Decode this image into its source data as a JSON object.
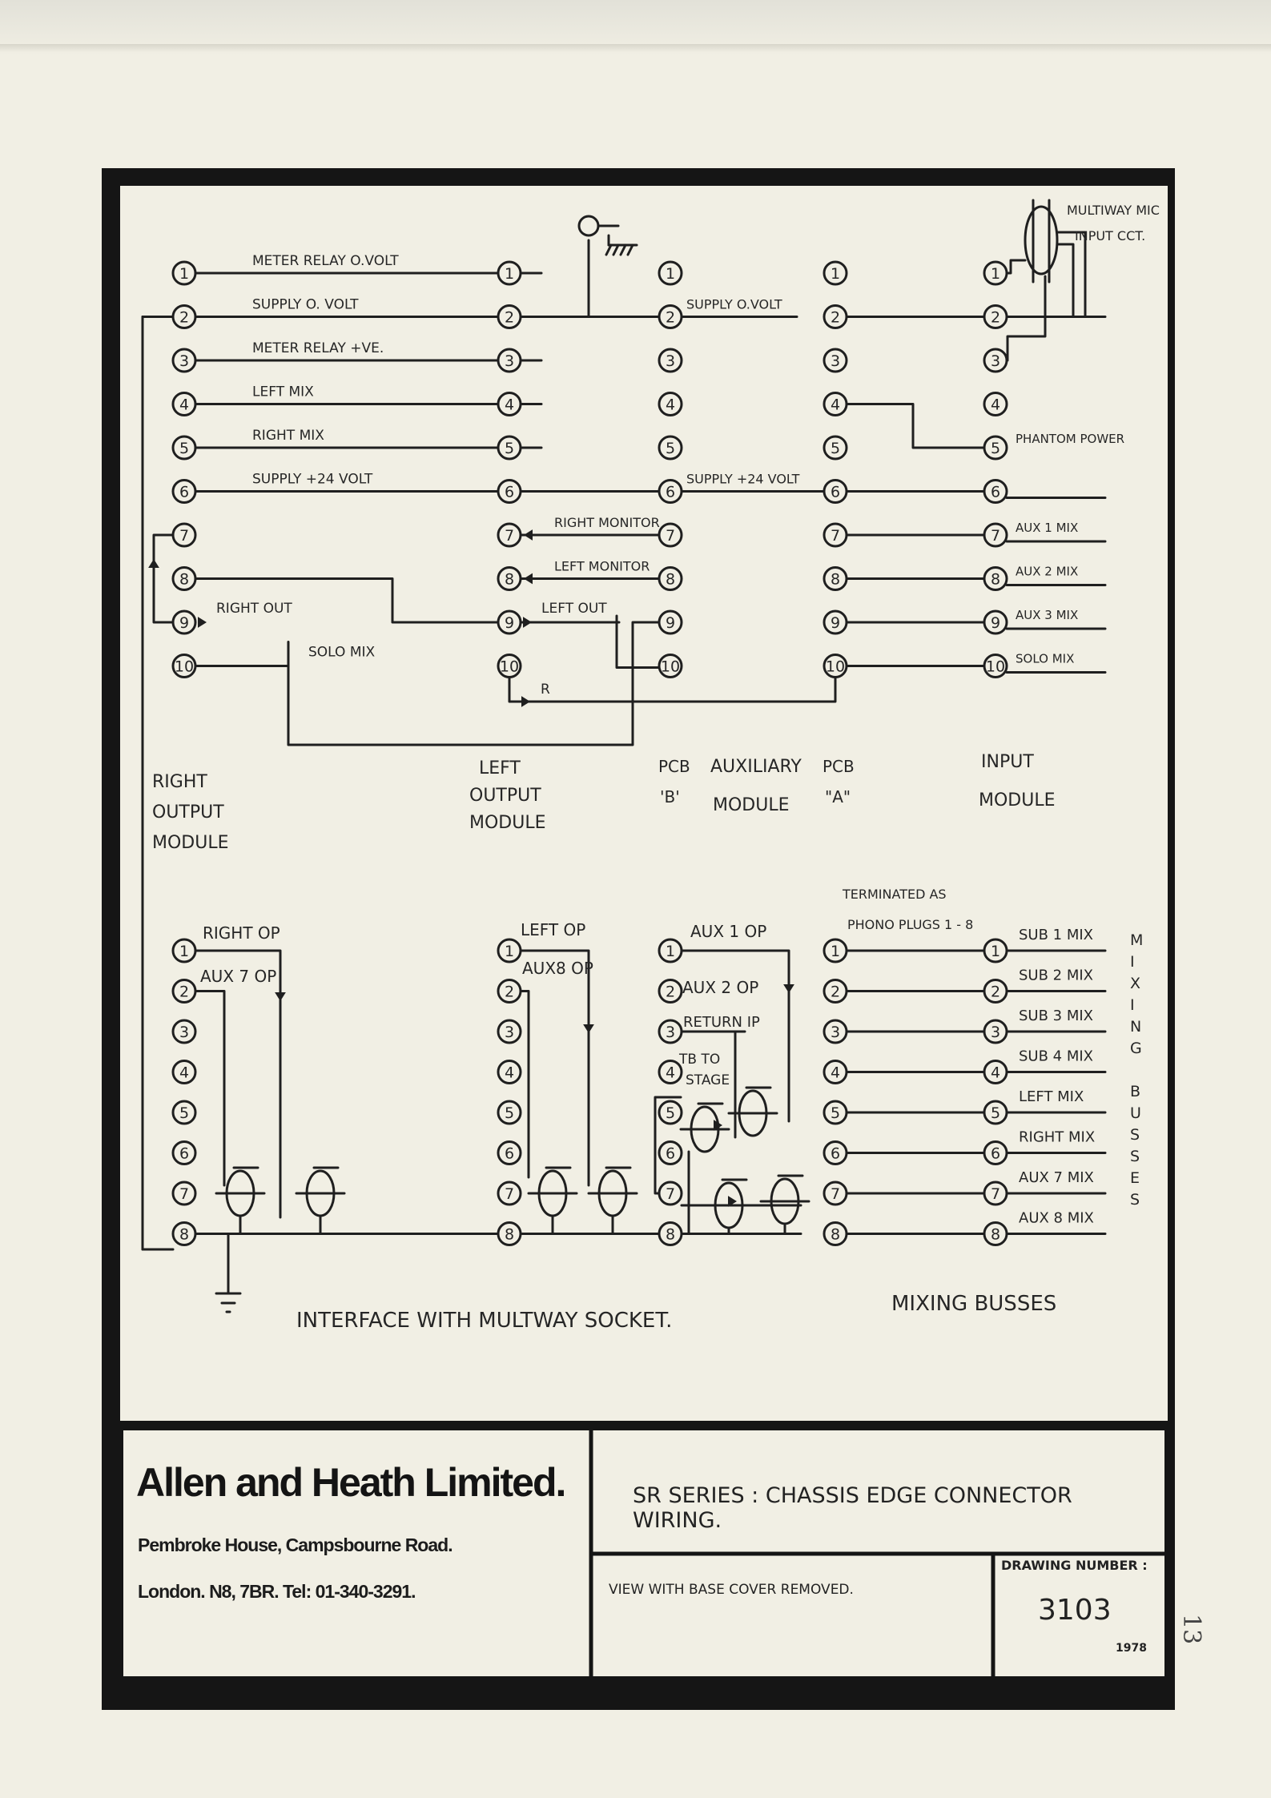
{
  "page": {
    "number": "13"
  },
  "connectors": {
    "right_output": {
      "label_lines": [
        "RIGHT",
        "OUTPUT",
        "MODULE"
      ]
    },
    "left_output": {
      "label_lines": [
        "LEFT",
        "OUTPUT",
        "MODULE"
      ]
    },
    "auxiliary": {
      "label_lines": [
        "AUXILIARY",
        "MODULE"
      ],
      "pcb_b": [
        "PCB",
        "'B'"
      ],
      "pcb_a": [
        "PCB",
        "\"A\""
      ]
    },
    "input": {
      "label_lines": [
        "INPUT",
        "MODULE"
      ]
    },
    "pins_upper": [
      "1",
      "2",
      "3",
      "4",
      "5",
      "6",
      "7",
      "8",
      "9",
      "10"
    ],
    "pins_lower": [
      "1",
      "2",
      "3",
      "4",
      "5",
      "6",
      "7",
      "8"
    ]
  },
  "upper_wires": [
    {
      "pin": "1",
      "label": "METER RELAY O.VOLT"
    },
    {
      "pin": "2",
      "label": "SUPPLY  O. VOLT"
    },
    {
      "pin": "3",
      "label": "METER RELAY +VE."
    },
    {
      "pin": "4",
      "label": "LEFT  MIX"
    },
    {
      "pin": "5",
      "label": "RIGHT  MIX"
    },
    {
      "pin": "6",
      "label": "SUPPLY  +24 VOLT"
    }
  ],
  "labels": {
    "right_out": "RIGHT OUT",
    "solo_mix": "SOLO MIX",
    "right_monitor": "RIGHT MONITOR",
    "left_monitor": "LEFT MONITOR",
    "left_out": "LEFT OUT",
    "r": "R",
    "aux_supply_0v": "SUPPLY O.VOLT",
    "aux_supply_24v": "SUPPLY +24 VOLT",
    "multiway_mic": [
      "MULTIWAY MIC",
      "INPUT CCT."
    ],
    "phantom_power": "PHANTOM POWER",
    "aux1_mix": "AUX 1 MIX",
    "aux2_mix": "AUX 2 MIX",
    "aux3_mix": "AUX 3 MIX",
    "input_solo_mix": "SOLO  MIX",
    "right_op": "RIGHT OP",
    "aux7_op": "AUX 7 OP",
    "left_op": "LEFT OP",
    "aux8_op": "AUX8 OP",
    "aux1_op": "AUX 1 OP",
    "aux2_op": "AUX 2 OP",
    "return_ip": "RETURN IP",
    "tb_to_stage": [
      "TB TO",
      "STAGE"
    ],
    "terminated": [
      "TERMINATED AS",
      "PHONO PLUGS 1 - 8"
    ],
    "interface": "INTERFACE  WITH  MULTWAY  SOCKET.",
    "mixing_busses": "MIXING  BUSSES",
    "busses_vertical": [
      "M",
      "I",
      "X",
      "I",
      "N",
      "G",
      "",
      "B",
      "U",
      "S",
      "S",
      "E",
      "S"
    ]
  },
  "mixing_busses": [
    "SUB 1  MIX",
    "SUB 2  MIX",
    "SUB 3  MIX",
    "SUB 4  MIX",
    "LEFT  MIX",
    "RIGHT  MIX",
    "AUX 7  MIX",
    "AUX 8  MIX"
  ],
  "title_block": {
    "company": "Allen and Heath Limited.",
    "address": "Pembroke House, Campsbourne Road.",
    "phone": "London. N8, 7BR. Tel: 01-340-3291.",
    "title": "SR SERIES : CHASSIS EDGE CONNECTOR WIRING.",
    "view_note": "VIEW WITH BASE COVER REMOVED.",
    "drawing_number_label": "DRAWING NUMBER :",
    "drawing_number": "3103",
    "year": "1978"
  }
}
